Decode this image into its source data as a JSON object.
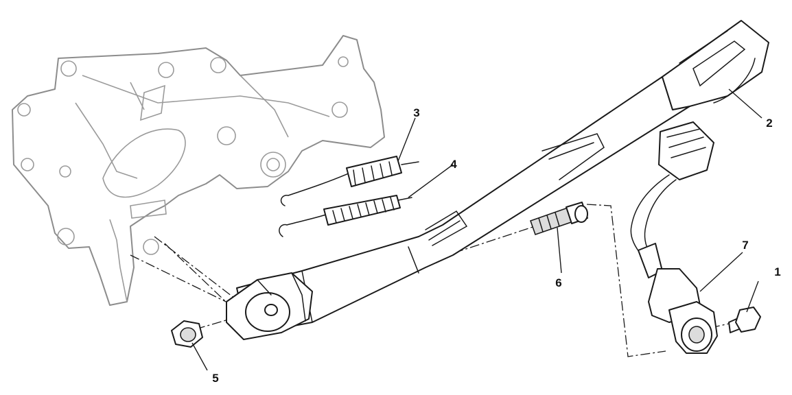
{
  "callouts": {
    "c1": "1",
    "c2": "2",
    "c3": "3",
    "c4": "4",
    "c5": "5",
    "c6": "6",
    "c7": "7"
  },
  "colors": {
    "line": "#1a1a1a",
    "frame_line": "#8c8c8c",
    "background": "#ffffff"
  }
}
